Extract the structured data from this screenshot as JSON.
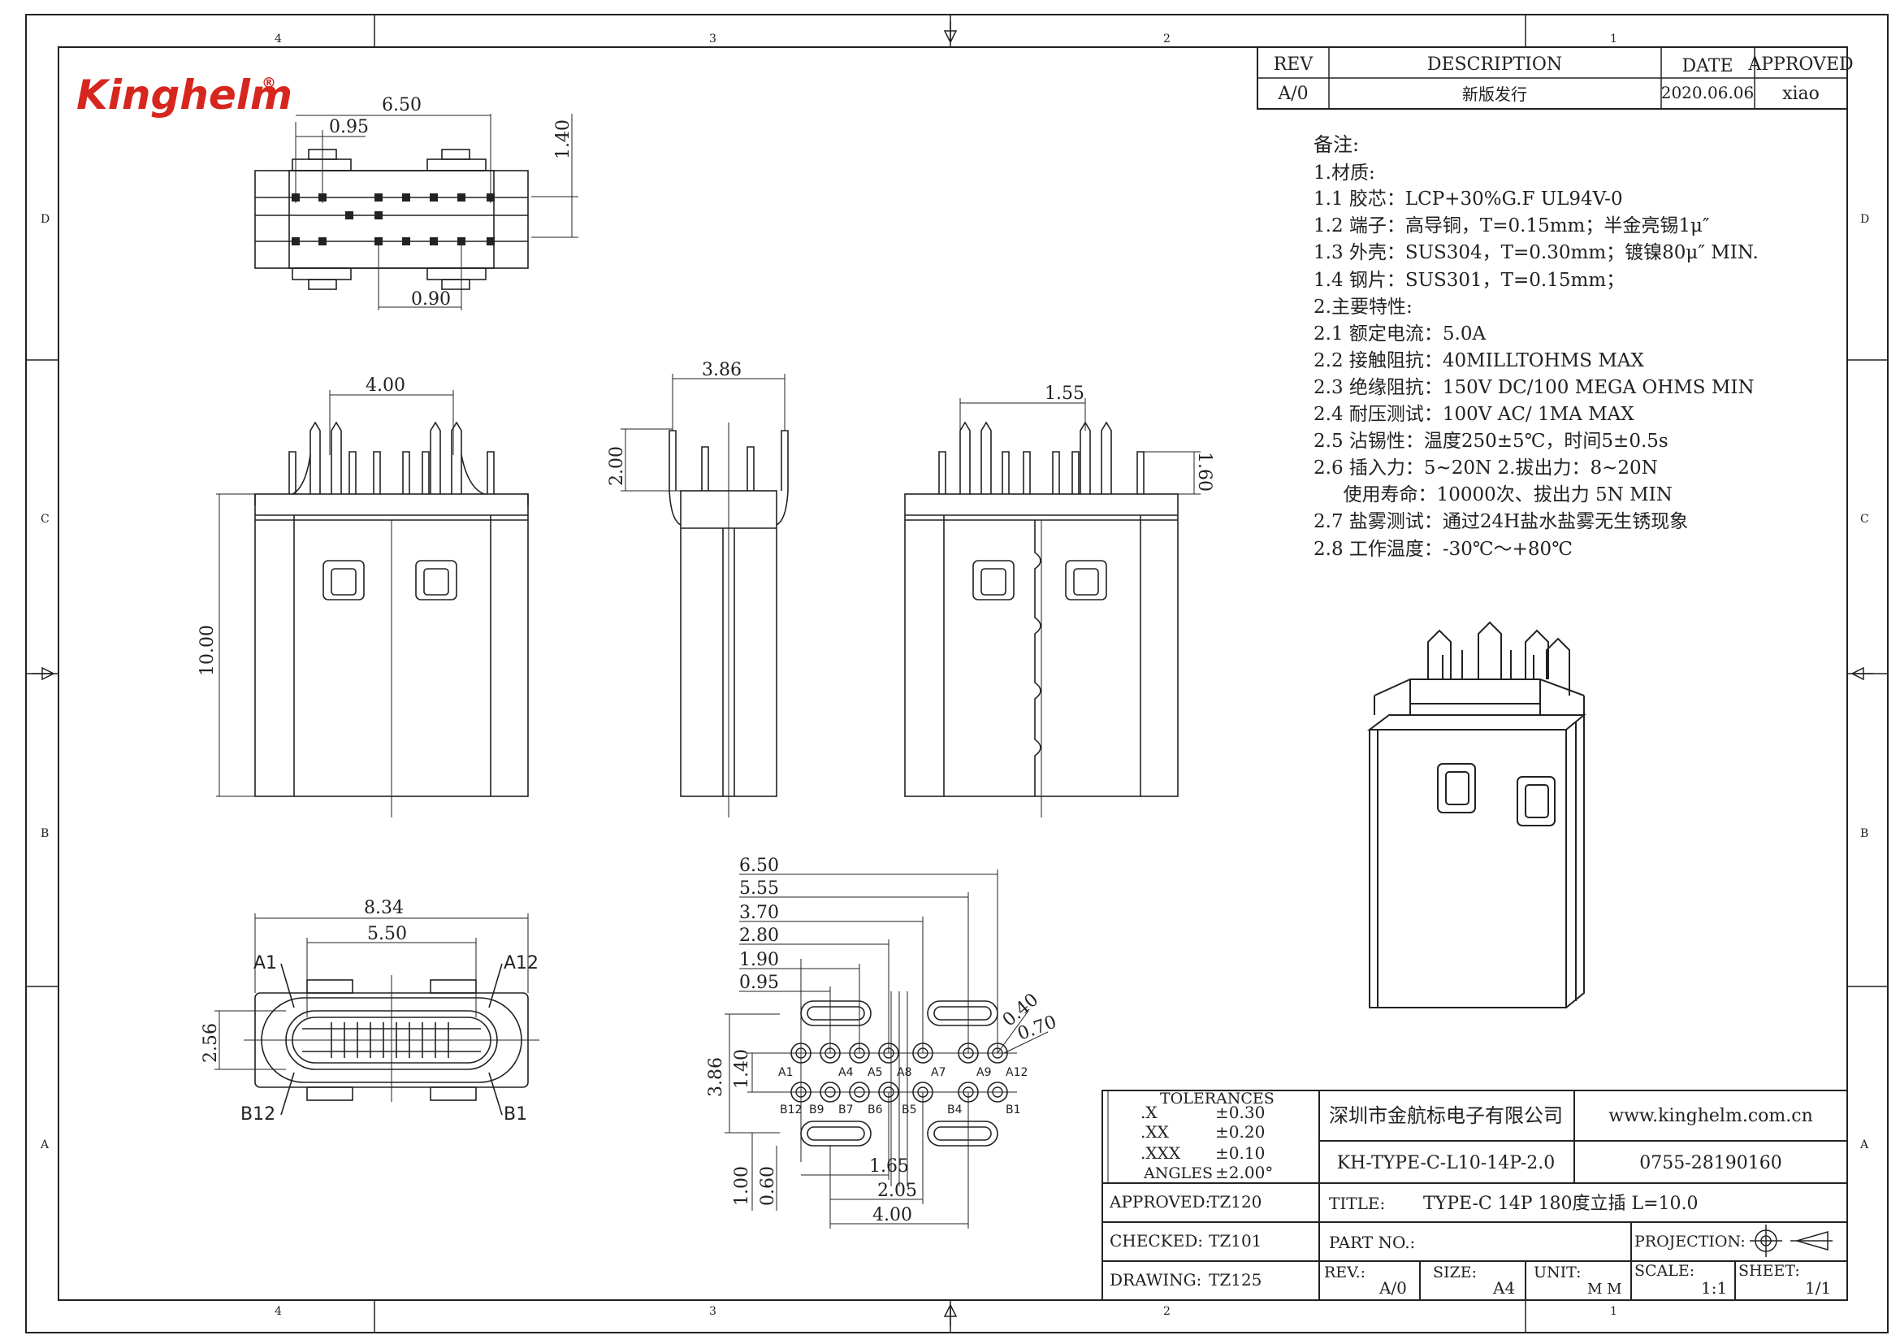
{
  "logo": {
    "brand": "Kinghelm",
    "registered_mark": "®",
    "color": "#d7261e"
  },
  "frame": {
    "zones_top": [
      "4",
      "3",
      "2",
      "1"
    ],
    "zones_side": [
      "D",
      "C",
      "B",
      "A"
    ]
  },
  "revision_table": {
    "headers": [
      "REV",
      "DESCRIPTION",
      "DATE",
      "APPROVED"
    ],
    "rows": [
      [
        "A/0",
        "新版发行",
        "2020.06.06",
        "xiao"
      ]
    ]
  },
  "notes": {
    "heading": "备注:",
    "lines": [
      "1.材质:",
      "1.1 胶芯：LCP+30%G.F UL94V-0",
      "1.2 端子：高导铜，T=0.15mm；半金亮锡1μ″",
      "1.3 外壳：SUS304，T=0.30mm；镀镍80μ″ MIN.",
      "1.4 钢片：SUS301，T=0.15mm；",
      "2.主要特性:",
      "2.1 额定电流：5.0A",
      "2.2 接触阻抗：40MILLTOHMS MAX",
      "2.3 绝缘阻抗：150V DC/100 MEGA OHMS MIN",
      "2.4 耐压测试：100V AC/ 1MA MAX",
      "2.5 沾锡性：温度250±5℃，时间5±0.5s",
      "2.6 插入力：5~20N  2.拔出力：8~20N",
      "     使用寿命：10000次、拔出力 5N MIN",
      "2.7 盐雾测试：通过24H盐水盐雾无生锈现象",
      "2.8 工作温度：-30℃～+80℃"
    ]
  },
  "dimensions": {
    "top_view": [
      "6.50",
      "0.95",
      "1.40",
      "0.90"
    ],
    "front_view": [
      "4.00",
      "10.00"
    ],
    "side_view": [
      "3.86",
      "2.00"
    ],
    "rear_view": [
      "1.55",
      "1.60"
    ],
    "bottom_view": [
      "8.34",
      "5.50",
      "2.56"
    ],
    "pcb_layout": [
      "6.50",
      "5.55",
      "3.70",
      "2.80",
      "1.90",
      "0.95",
      "3.86",
      "1.40",
      "1.65",
      "2.05",
      "4.00",
      "1.00",
      "0.60",
      "0.40",
      "0.70"
    ]
  },
  "pin_labels": {
    "bottom_view": [
      "A1",
      "A12",
      "B12",
      "B1"
    ],
    "pcb_top_row": [
      "A1",
      "A4",
      "A5",
      "A8",
      "A7",
      "A9",
      "A12"
    ],
    "pcb_bottom_row": [
      "B12",
      "B9",
      "B7",
      "B6",
      "B5",
      "B4",
      "B1"
    ]
  },
  "title_block": {
    "tolerances_title": "TOLERANCES",
    "tolerances": [
      [
        ".X",
        "±0.30"
      ],
      [
        ".XX",
        "±0.20"
      ],
      [
        ".XXX",
        "±0.10"
      ],
      [
        "ANGLES",
        "±2.00°"
      ]
    ],
    "company": "深圳市金航标电子有限公司",
    "website": "www.kinghelm.com.cn",
    "part_code": "KH-TYPE-C-L10-14P-2.0",
    "phone": "0755-28190160",
    "approved_label": "APPROVED:",
    "approved_value": "TZ120",
    "checked_label": "CHECKED:",
    "checked_value": "TZ101",
    "drawing_label": "DRAWING:",
    "drawing_value": "TZ125",
    "title_label": "TITLE:",
    "title_value": "TYPE-C 14P 180度立插 L=10.0",
    "part_no_label": "PART NO.:",
    "part_no_value": "",
    "projection_label": "PROJECTION:",
    "rev_label": "REV.:",
    "rev_value": "A/0",
    "size_label": "SIZE:",
    "size_value": "A4",
    "unit_label": "UNIT:",
    "unit_value": "M M",
    "scale_label": "SCALE:",
    "scale_value": "1:1",
    "sheet_label": "SHEET:",
    "sheet_value": "1/1"
  }
}
